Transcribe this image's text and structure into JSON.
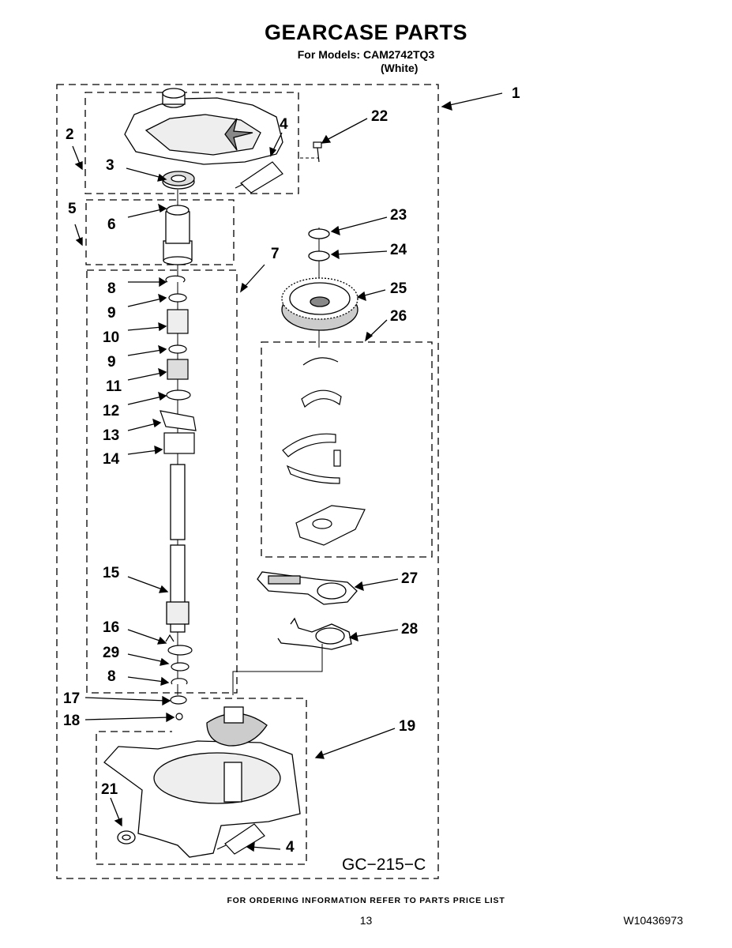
{
  "header": {
    "title": "GEARCASE PARTS",
    "models_line": "For Models: CAM2742TQ3",
    "color_line": "(White)"
  },
  "diagram": {
    "code": "GC−215−C",
    "callouts": [
      "1",
      "2",
      "3",
      "4",
      "5",
      "6",
      "7",
      "8",
      "9",
      "10",
      "9",
      "11",
      "12",
      "13",
      "14",
      "15",
      "16",
      "29",
      "8",
      "17",
      "18",
      "19",
      "21",
      "4",
      "22",
      "23",
      "24",
      "25",
      "26",
      "27",
      "28"
    ]
  },
  "footer": {
    "ordering_note": "FOR ORDERING INFORMATION REFER TO PARTS PRICE LIST",
    "page_number": "13",
    "document_number": "W10436973"
  }
}
